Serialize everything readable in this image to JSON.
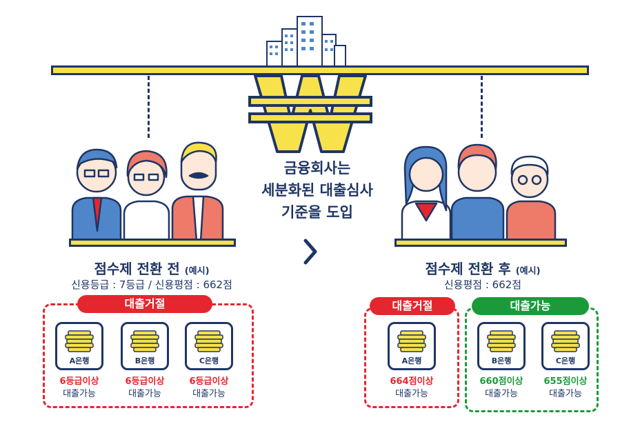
{
  "center_text": {
    "line1": "금융회사는",
    "line2": "세분화된 대출심사",
    "line3": "기준을 도입"
  },
  "before": {
    "title": "점수제 전환 전",
    "note": "(예시)",
    "info": "신용등급 : 7등급 / 신용평점 : 662점",
    "group_label": "대출거절",
    "banks": [
      {
        "name": "A은행",
        "requirement": "6등급이상",
        "result": "대출가능"
      },
      {
        "name": "B은행",
        "requirement": "6등급이상",
        "result": "대출가능"
      },
      {
        "name": "C은행",
        "requirement": "6등급이상",
        "result": "대출가능"
      }
    ]
  },
  "after": {
    "title": "점수제 전환 후",
    "note": "(예시)",
    "info": "신용평점 : 662점",
    "reject_label": "대출거절",
    "approve_label": "대출가능",
    "banks": [
      {
        "name": "A은행",
        "requirement": "664점이상",
        "result": "대출가능"
      },
      {
        "name": "B은행",
        "requirement": "660점이상",
        "result": "대출가능"
      },
      {
        "name": "C은행",
        "requirement": "655점이상",
        "result": "대출가능"
      }
    ]
  },
  "colors": {
    "navy": "#1e3564",
    "yellow": "#f7e24b",
    "red": "#e4262e",
    "green": "#1b9a3a",
    "blue": "#4f86c9",
    "coral": "#ee7a6a"
  },
  "icons": [
    "buildings-icon",
    "won-sign-icon",
    "people-group-icon",
    "chevron-right-icon",
    "coin-stack-icon"
  ]
}
